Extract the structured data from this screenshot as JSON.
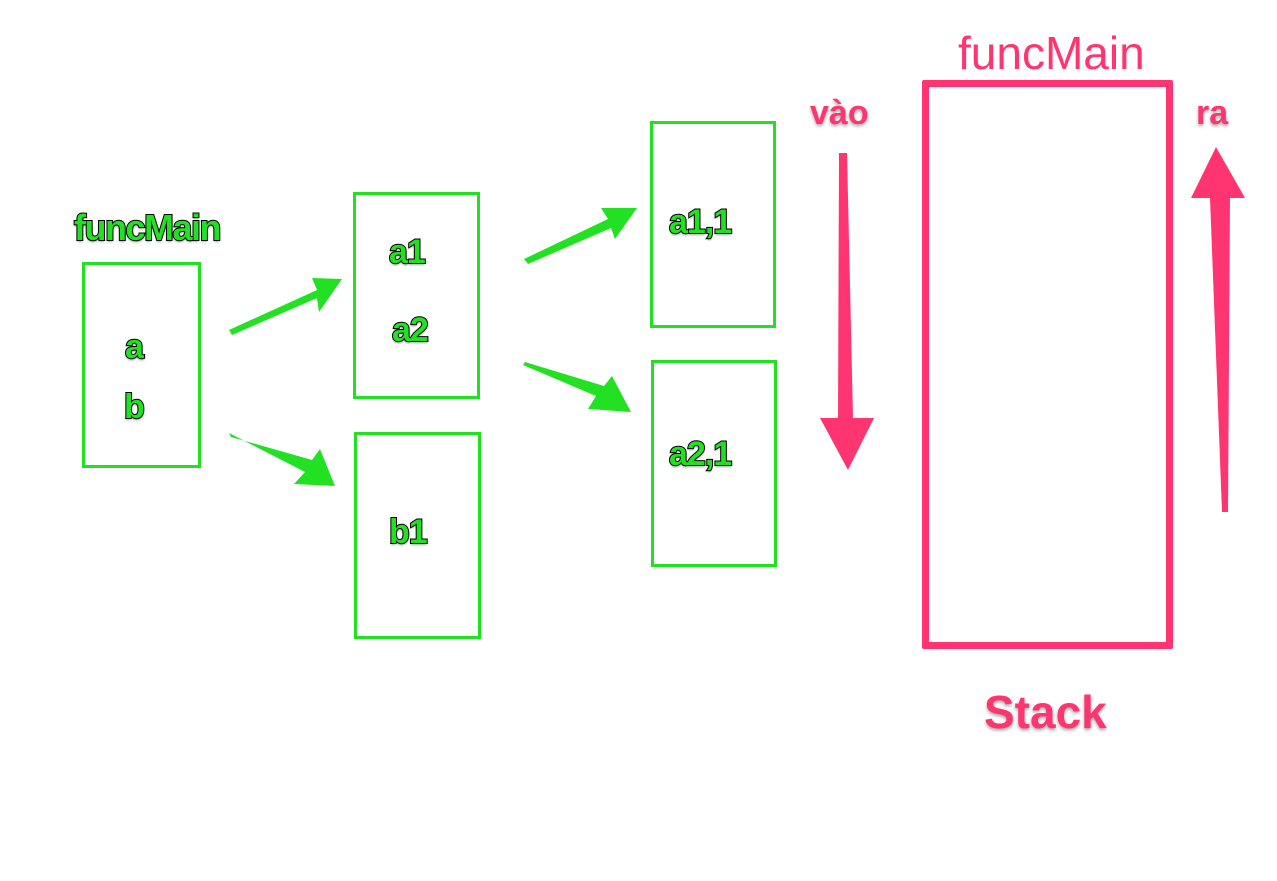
{
  "call_tree": {
    "root": {
      "title": "funcMain",
      "items": [
        "a",
        "b"
      ]
    },
    "level1": {
      "a_children": [
        "a1",
        "a2"
      ],
      "b_children": [
        "b1"
      ]
    },
    "level2": {
      "a1_child": "a1,1",
      "a2_child": "a2,1"
    }
  },
  "stack": {
    "top_label": "funcMain",
    "bottom_label": "Stack",
    "push_label": "vào",
    "pop_label": "ra"
  },
  "colors": {
    "tree": "#22e022",
    "stack": "#ff3572"
  }
}
